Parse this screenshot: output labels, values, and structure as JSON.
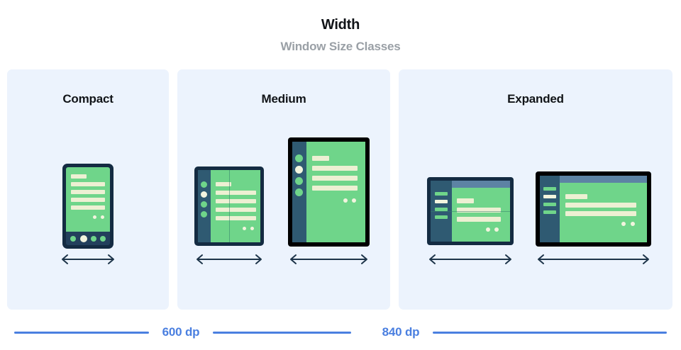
{
  "header": {
    "title": "Width",
    "subtitle": "Window Size Classes"
  },
  "panels": [
    {
      "key": "compact",
      "label": "Compact"
    },
    {
      "key": "medium",
      "label": "Medium"
    },
    {
      "key": "expanded",
      "label": "Expanded"
    }
  ],
  "measures": [
    {
      "label": "600 dp"
    },
    {
      "label": "840 dp"
    }
  ],
  "colors": {
    "panel_background": "#ecf3fd",
    "page_background": "#ffffff",
    "title_text": "#111418",
    "subtitle_text": "#9aa0a6",
    "device_frame_navy": "#142b42",
    "device_frame_black": "#000000",
    "screen_green": "#6fd58a",
    "content_cream": "#edf0d3",
    "nav_rail_blue": "#2f5a72",
    "top_bar_blue": "#5d83a4",
    "measure_blue": "#4a7fe0",
    "arrow_navy": "#1d3449"
  },
  "devices": {
    "phone": {
      "name": "phone-compact",
      "frame": "navy"
    },
    "foldable_portrait": {
      "name": "foldable-portrait-medium",
      "frame": "navy"
    },
    "tablet_portrait": {
      "name": "tablet-portrait-medium",
      "frame": "black"
    },
    "foldable_landscape": {
      "name": "foldable-landscape-expanded",
      "frame": "navy"
    },
    "tablet_landscape": {
      "name": "tablet-landscape-expanded",
      "frame": "black"
    }
  },
  "icons": {
    "width_arrow": "double-headed-horizontal-arrow"
  }
}
